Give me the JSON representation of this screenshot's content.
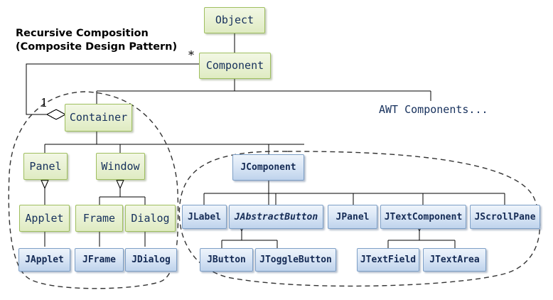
{
  "diagram": {
    "title_line1": "Recursive Composition",
    "title_line2": "(Composite Design  Pattern)",
    "awt_more_label": "AWT Components...",
    "multiplicity_many": "*",
    "multiplicity_one": "1",
    "palette": {
      "awt_fill": "#eaf2d6",
      "awt_border": "#9fbf5f",
      "swing_fill": "#dbe7f6",
      "swing_border": "#7d9fc6",
      "text": "#16305c",
      "line": "#000000",
      "grouping": "#333333",
      "background": "#ffffff"
    },
    "groups": [
      {
        "name": "awt-container-group",
        "style": "dashed-blob"
      },
      {
        "name": "swing-jcomponent-group",
        "style": "dashed-blob"
      }
    ],
    "nodes": [
      {
        "id": "object",
        "label": "Object",
        "kind": "awt",
        "abstract": false
      },
      {
        "id": "component",
        "label": "Component",
        "kind": "awt",
        "abstract": false
      },
      {
        "id": "container",
        "label": "Container",
        "kind": "awt",
        "abstract": false
      },
      {
        "id": "panel",
        "label": "Panel",
        "kind": "awt",
        "abstract": false
      },
      {
        "id": "window",
        "label": "Window",
        "kind": "awt",
        "abstract": false
      },
      {
        "id": "applet",
        "label": "Applet",
        "kind": "awt",
        "abstract": false
      },
      {
        "id": "frame",
        "label": "Frame",
        "kind": "awt",
        "abstract": false
      },
      {
        "id": "dialog",
        "label": "Dialog",
        "kind": "awt",
        "abstract": false
      },
      {
        "id": "japplet",
        "label": "JApplet",
        "kind": "swing",
        "abstract": false
      },
      {
        "id": "jframe",
        "label": "JFrame",
        "kind": "swing",
        "abstract": false
      },
      {
        "id": "jdialog",
        "label": "JDialog",
        "kind": "swing",
        "abstract": false
      },
      {
        "id": "jcomponent",
        "label": "JComponent",
        "kind": "swing",
        "abstract": false
      },
      {
        "id": "jlabel",
        "label": "JLabel",
        "kind": "swing",
        "abstract": false
      },
      {
        "id": "jabstractbutton",
        "label": "JAbstractButton",
        "kind": "swing",
        "abstract": true
      },
      {
        "id": "jpanel",
        "label": "JPanel",
        "kind": "swing",
        "abstract": false
      },
      {
        "id": "jtextcomponent",
        "label": "JTextComponent",
        "kind": "swing",
        "abstract": false
      },
      {
        "id": "jscrollpane",
        "label": "JScrollPane",
        "kind": "swing",
        "abstract": false
      },
      {
        "id": "jbutton",
        "label": "JButton",
        "kind": "swing",
        "abstract": false
      },
      {
        "id": "jtogglebutton",
        "label": "JToggleButton",
        "kind": "swing",
        "abstract": false
      },
      {
        "id": "jtextfield",
        "label": "JTextField",
        "kind": "swing",
        "abstract": false
      },
      {
        "id": "jtextarea",
        "label": "JTextArea",
        "kind": "swing",
        "abstract": false
      }
    ],
    "edges": [
      {
        "from": "component",
        "to": "object",
        "type": "generalization"
      },
      {
        "from": "container",
        "to": "component",
        "type": "generalization"
      },
      {
        "from": "awt_components",
        "to": "component",
        "type": "generalization"
      },
      {
        "from": "panel",
        "to": "container",
        "type": "generalization"
      },
      {
        "from": "window",
        "to": "container",
        "type": "generalization"
      },
      {
        "from": "jcomponent",
        "to": "container",
        "type": "generalization"
      },
      {
        "from": "applet",
        "to": "panel",
        "type": "generalization"
      },
      {
        "from": "frame",
        "to": "window",
        "type": "generalization"
      },
      {
        "from": "dialog",
        "to": "window",
        "type": "generalization"
      },
      {
        "from": "japplet",
        "to": "applet",
        "type": "generalization"
      },
      {
        "from": "jframe",
        "to": "frame",
        "type": "generalization"
      },
      {
        "from": "jdialog",
        "to": "dialog",
        "type": "generalization"
      },
      {
        "from": "jlabel",
        "to": "jcomponent",
        "type": "generalization"
      },
      {
        "from": "jabstractbutton",
        "to": "jcomponent",
        "type": "generalization"
      },
      {
        "from": "jpanel",
        "to": "jcomponent",
        "type": "generalization"
      },
      {
        "from": "jtextcomponent",
        "to": "jcomponent",
        "type": "generalization"
      },
      {
        "from": "jscrollpane",
        "to": "jcomponent",
        "type": "generalization"
      },
      {
        "from": "jbutton",
        "to": "jabstractbutton",
        "type": "generalization"
      },
      {
        "from": "jtogglebutton",
        "to": "jabstractbutton",
        "type": "generalization"
      },
      {
        "from": "jtextfield",
        "to": "jtextcomponent",
        "type": "generalization"
      },
      {
        "from": "jtextarea",
        "to": "jtextcomponent",
        "type": "generalization"
      },
      {
        "from": "container",
        "to": "component",
        "type": "aggregation",
        "source_multiplicity": "1",
        "target_multiplicity": "*"
      }
    ]
  }
}
